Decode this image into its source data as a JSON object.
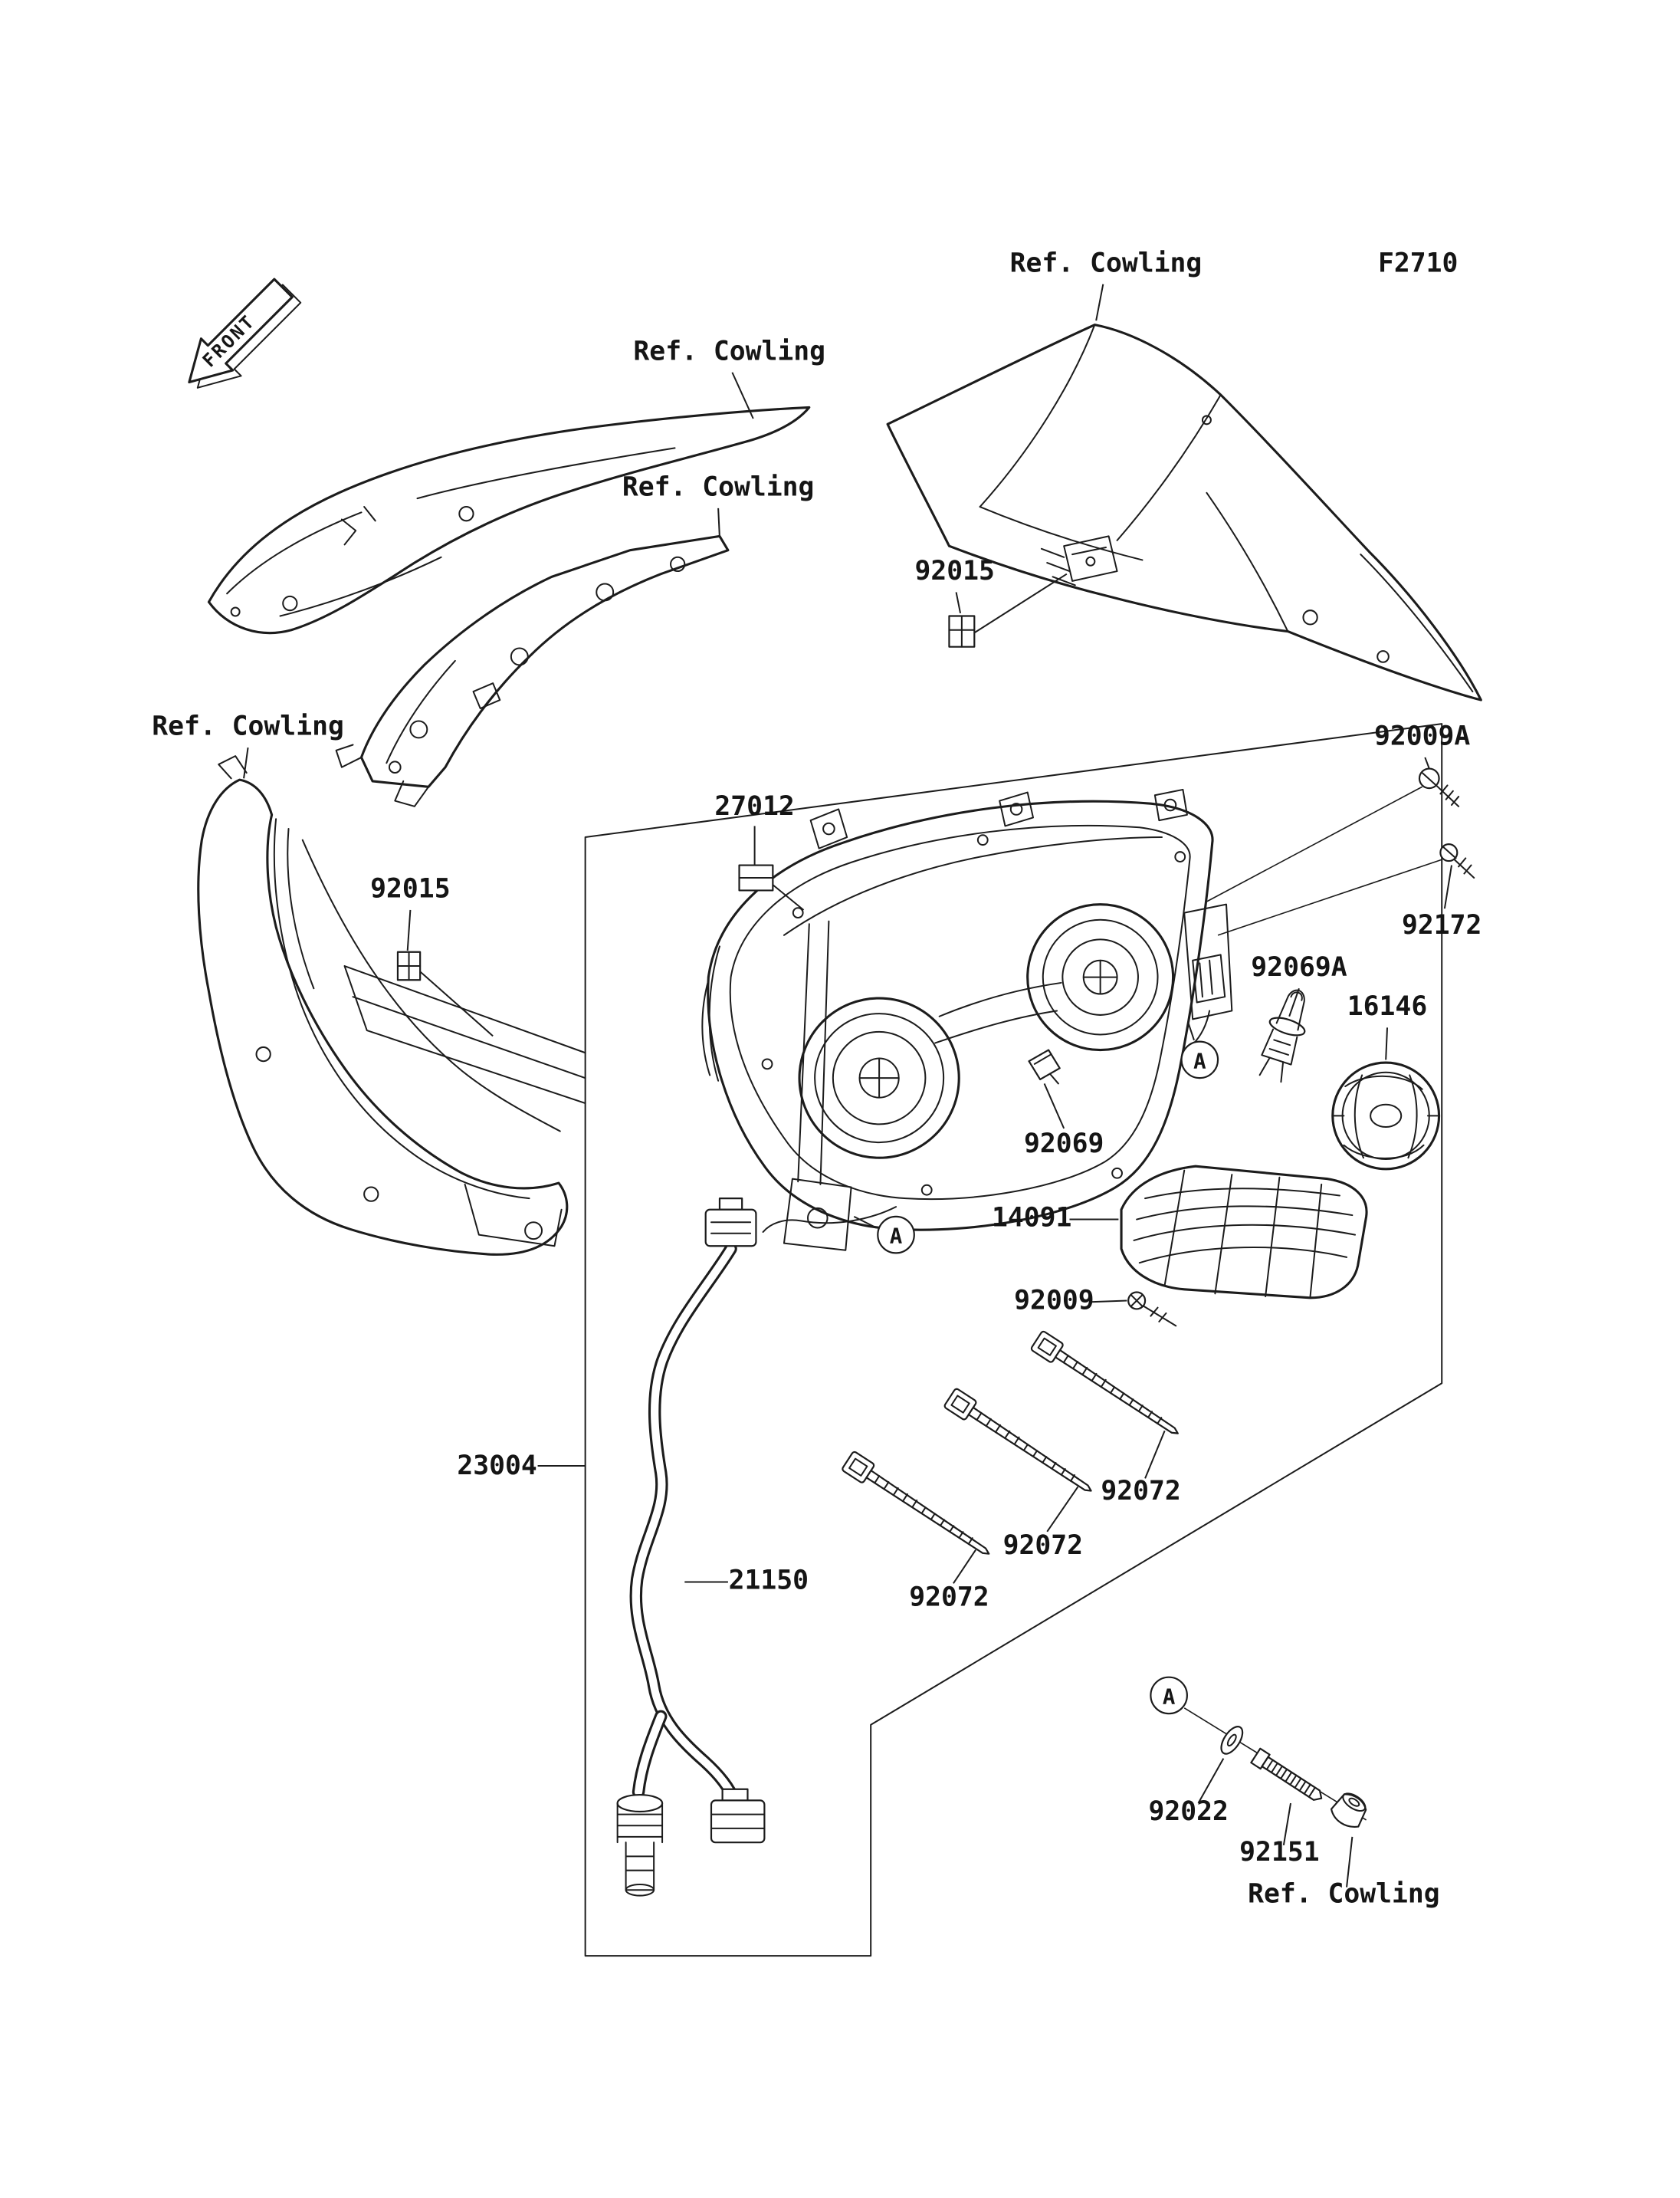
{
  "diagram": {
    "figure_code": "F2710",
    "direction_label": "FRONT"
  },
  "labels": {
    "figure_code": "F2710",
    "front": "FRONT",
    "ref_cowling_top_right": "Ref. Cowling",
    "ref_cowling_top_left": "Ref. Cowling",
    "ref_cowling_bracket": "Ref. Cowling",
    "ref_cowling_left": "Ref. Cowling",
    "ref_cowling_bottom": "Ref. Cowling",
    "p92015_top": "92015",
    "p92015_left": "92015",
    "p92009a": "92009A",
    "p27012": "27012",
    "p92172": "92172",
    "p92069a": "92069A",
    "p16146": "16146",
    "p92069": "92069",
    "p14091": "14091",
    "p92009": "92009",
    "p92072_a": "92072",
    "p92072_b": "92072",
    "p92072_c": "92072",
    "p23004": "23004",
    "p21150": "21150",
    "p92022": "92022",
    "p92151": "92151",
    "marker_a1": "A",
    "marker_a2": "A",
    "marker_a3": "A"
  }
}
